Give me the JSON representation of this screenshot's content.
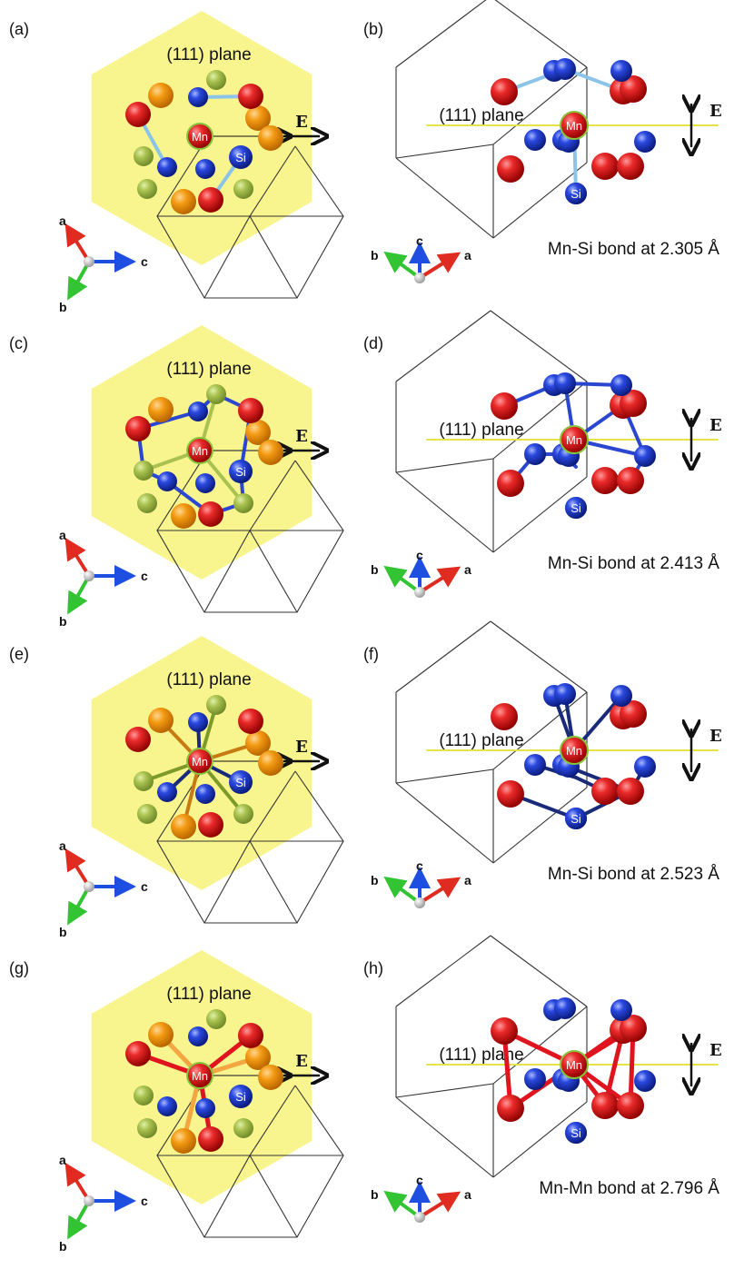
{
  "figure": {
    "rows": [
      {
        "left": {
          "label": "(a)",
          "plane": "(111) plane",
          "bond": "light"
        },
        "right": {
          "label": "(b)",
          "plane": "(111) plane",
          "caption": "Mn-Si bond at 2.305 Å",
          "bond": "light"
        }
      },
      {
        "left": {
          "label": "(c)",
          "plane": "(111) plane",
          "bond": "medium"
        },
        "right": {
          "label": "(d)",
          "plane": "(111) plane",
          "caption": "Mn-Si bond at 2.413 Å",
          "bond": "medium"
        }
      },
      {
        "left": {
          "label": "(e)",
          "plane": "(111) plane",
          "bond": "dark"
        },
        "right": {
          "label": "(f)",
          "plane": "(111) plane",
          "caption": "Mn-Si bond at 2.523 Å",
          "bond": "dark"
        }
      },
      {
        "left": {
          "label": "(g)",
          "plane": "(111) plane",
          "bond": "red"
        },
        "right": {
          "label": "(h)",
          "plane": "(111) plane",
          "caption": "Mn-Mn bond at 2.796 Å",
          "bond": "red"
        }
      }
    ],
    "atom_labels": {
      "mn": "Mn",
      "si": "Si"
    },
    "field_label": "E",
    "axes_left": {
      "a": "a",
      "b": "b",
      "c": "c"
    },
    "axes_right": {
      "a": "a",
      "b": "b",
      "c": "c"
    }
  },
  "colors": {
    "plane_fill": "#f7f27a",
    "mn_atom": "#e0141e",
    "si_atom": "#1f3fd6",
    "orange_atom": "#f39a12",
    "olive_atom": "#a9c24f",
    "bond_light": "#8cc3e8",
    "bond_medium": "#2b47cf",
    "bond_dark": "#1a2a7a",
    "bond_red": "#e0141e",
    "plane_line": "#e6e24a",
    "axis_a": "#e02b20",
    "axis_b": "#33c433",
    "axis_c": "#1f4fe0"
  }
}
